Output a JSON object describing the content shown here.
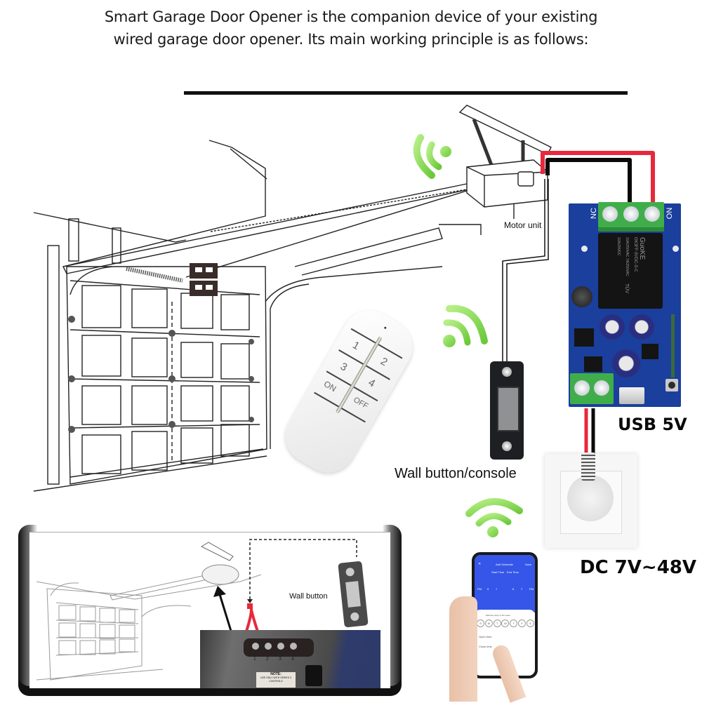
{
  "intro": {
    "line1": "Smart Garage Door Opener is the companion device of your existing",
    "line2": "wired garage door opener. Its main working principle is as follows:"
  },
  "labels": {
    "motor_unit": "Motor unit",
    "wall_button_console": "Wall button/console",
    "usb_power": "USB 5V",
    "dc_power": "DC 7V~48V"
  },
  "remote": {
    "buttons": [
      "1",
      "2",
      "3",
      "4",
      "ON",
      "OFF"
    ]
  },
  "relay_module": {
    "terminal_left": "NC",
    "terminal_right": "NO",
    "relay_brand": "GuoKE",
    "relay_model": "GK3FF-5VDC-S-C",
    "relay_rating_1": "10A/250VAC 7A/250VAC",
    "relay_rating_2": "10A/28VDC",
    "cert": "TÜV"
  },
  "phone_app": {
    "title": "Add Schedule",
    "close": "✕",
    "save": "Save",
    "col_start": "Start Time",
    "col_end": "End Time",
    "picker_row": [
      "PM",
      "5",
      "7",
      "6",
      "7",
      "PM"
    ],
    "repeat_label": "Effective days of the week",
    "days": [
      "S",
      "M",
      "T",
      "W",
      "T",
      "F",
      "S"
    ],
    "open_time": "Open time",
    "close_time": "Close time"
  },
  "inset": {
    "wall_button": "Wall button",
    "terminals": [
      "1",
      "2",
      "3",
      "4"
    ],
    "note_title": "NOTE:",
    "note_body": "USE ONLY WITH SERIES 3 CONTROLS"
  },
  "colors": {
    "wire_red": "#e8283c",
    "wire_black": "#0a0a0a",
    "pcb_blue": "#1a3f9c",
    "terminal_green": "#3fae4a",
    "wifi_green": "#8fdc4c",
    "app_blue": "#3556e8"
  }
}
